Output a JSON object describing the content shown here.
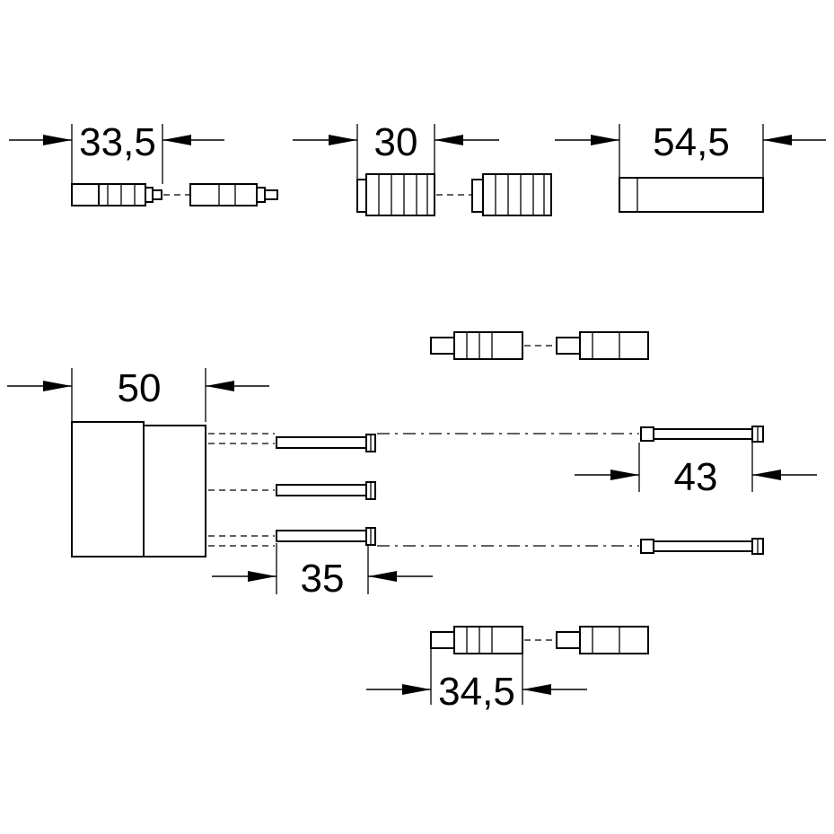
{
  "dimensions": {
    "top_left": "33,5",
    "top_middle": "30",
    "top_right": "54,5",
    "body_width": "50",
    "screw_short": "35",
    "screw_long": "43",
    "bottom_spindle": "34,5"
  }
}
